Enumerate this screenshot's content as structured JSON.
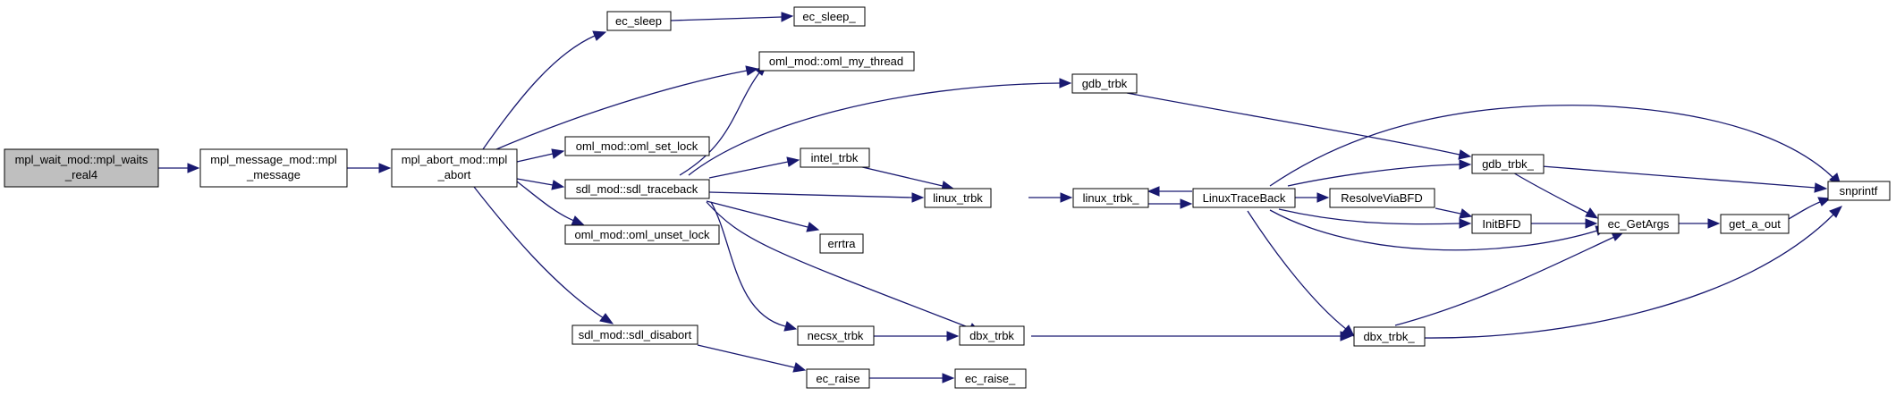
{
  "nodes": {
    "mpl_waits_real4": [
      "mpl_wait_mod::mpl_waits",
      "_real4"
    ],
    "mpl_message": [
      "mpl_message_mod::mpl",
      "_message"
    ],
    "mpl_abort": [
      "mpl_abort_mod::mpl",
      "_abort"
    ],
    "ec_sleep": [
      "ec_sleep"
    ],
    "ec_sleep_": [
      "ec_sleep_"
    ],
    "oml_my_thread": [
      "oml_mod::oml_my_thread"
    ],
    "oml_set_lock": [
      "oml_mod::oml_set_lock"
    ],
    "sdl_traceback": [
      "sdl_mod::sdl_traceback"
    ],
    "oml_unset_lock": [
      "oml_mod::oml_unset_lock"
    ],
    "sdl_disabort": [
      "sdl_mod::sdl_disabort"
    ],
    "gdb_trbk": [
      "gdb_trbk"
    ],
    "intel_trbk": [
      "intel_trbk"
    ],
    "linux_trbk": [
      "linux_trbk"
    ],
    "errtra": [
      "errtra"
    ],
    "necsx_trbk": [
      "necsx_trbk"
    ],
    "dbx_trbk": [
      "dbx_trbk"
    ],
    "ec_raise": [
      "ec_raise"
    ],
    "ec_raise_": [
      "ec_raise_"
    ],
    "linux_trbk_": [
      "linux_trbk_"
    ],
    "LinuxTraceBack": [
      "LinuxTraceBack"
    ],
    "ResolveViaBFD": [
      "ResolveViaBFD"
    ],
    "gdb_trbk_": [
      "gdb_trbk_"
    ],
    "InitBFD": [
      "InitBFD"
    ],
    "ec_GetArgs": [
      "ec_GetArgs"
    ],
    "dbx_trbk_": [
      "dbx_trbk_"
    ],
    "get_a_out": [
      "get_a_out"
    ],
    "snprintf": [
      "snprintf"
    ]
  }
}
